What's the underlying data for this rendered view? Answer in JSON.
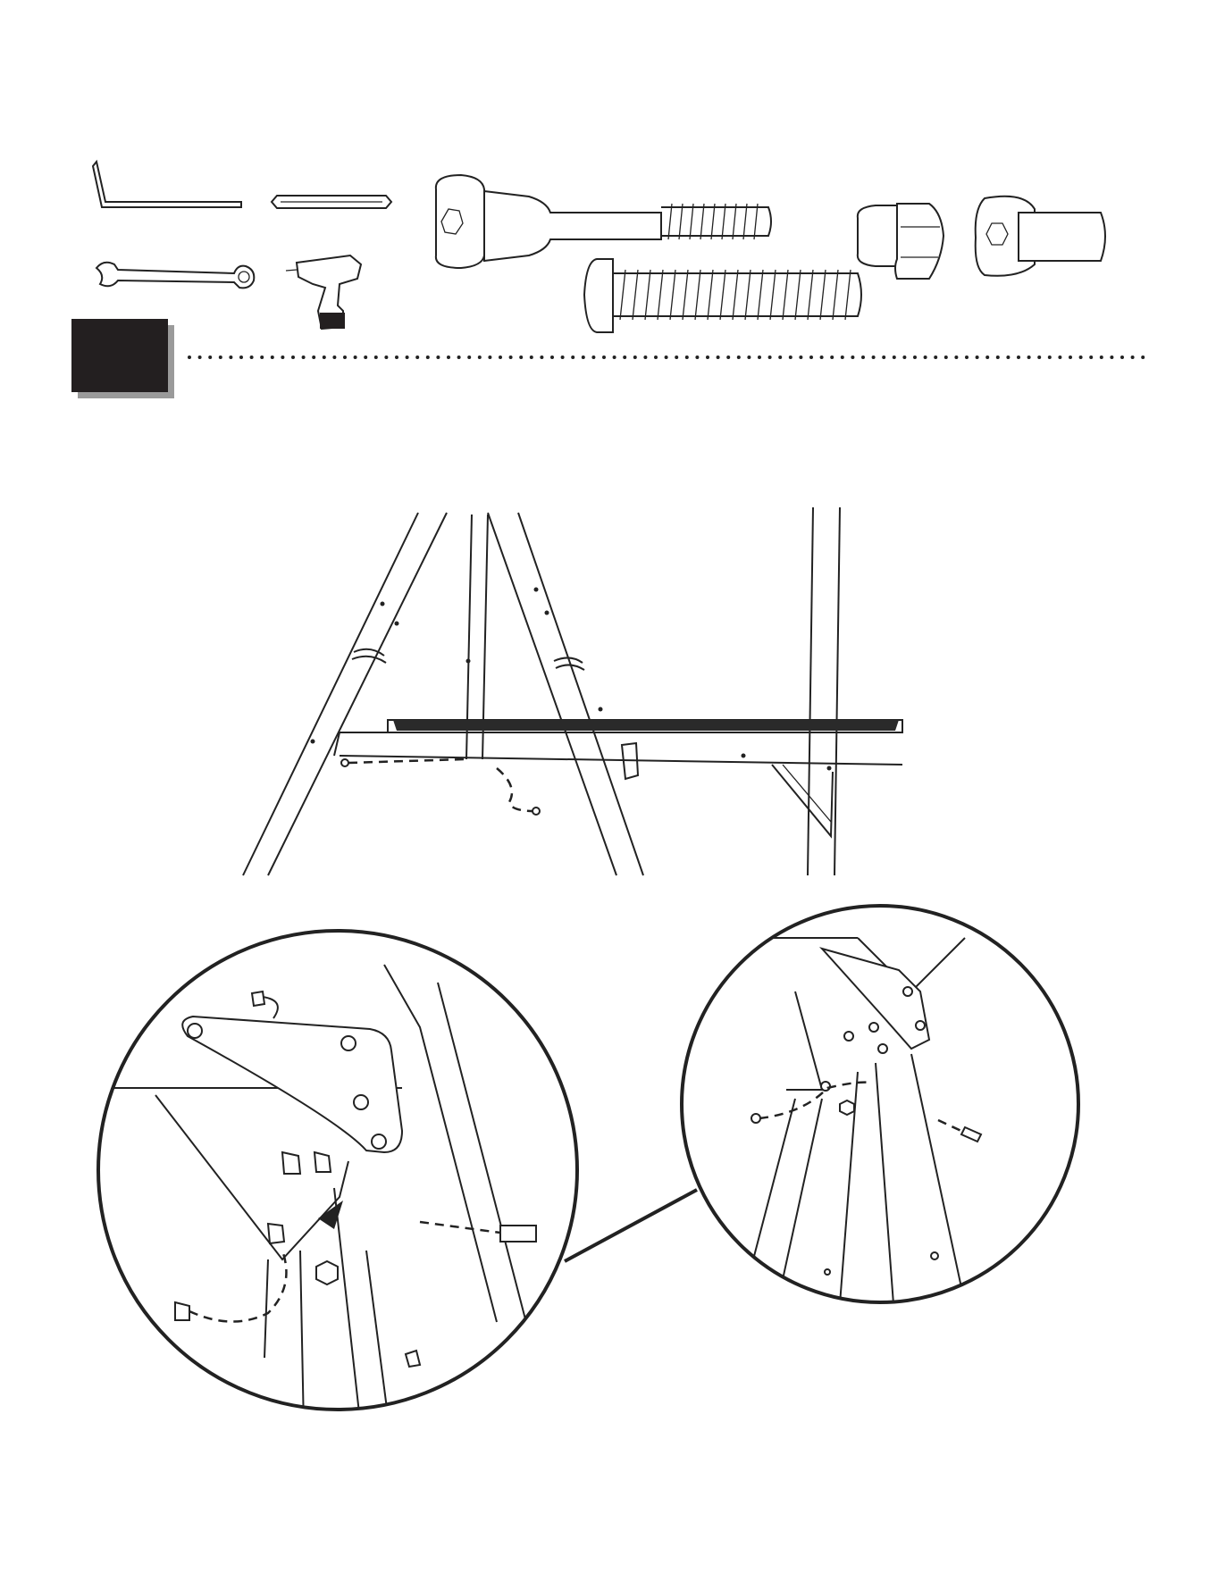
{
  "step": {
    "number": ""
  },
  "colors": {
    "ink": "#222222",
    "badge": "#231f20",
    "badge_shadow": "#9a9a9a"
  },
  "tools": [
    {
      "name": "allen-wrench-icon"
    },
    {
      "name": "hex-bit-icon"
    },
    {
      "name": "combination-wrench-icon"
    },
    {
      "name": "cordless-drill-icon"
    }
  ],
  "hardware": [
    {
      "name": "long-shoulder-bolt"
    },
    {
      "name": "button-head-bolt"
    },
    {
      "name": "flange-lock-nut"
    },
    {
      "name": "cap-nut"
    }
  ],
  "views": [
    {
      "name": "overview-frame"
    },
    {
      "name": "detail-circle-large"
    },
    {
      "name": "detail-circle-small"
    }
  ]
}
